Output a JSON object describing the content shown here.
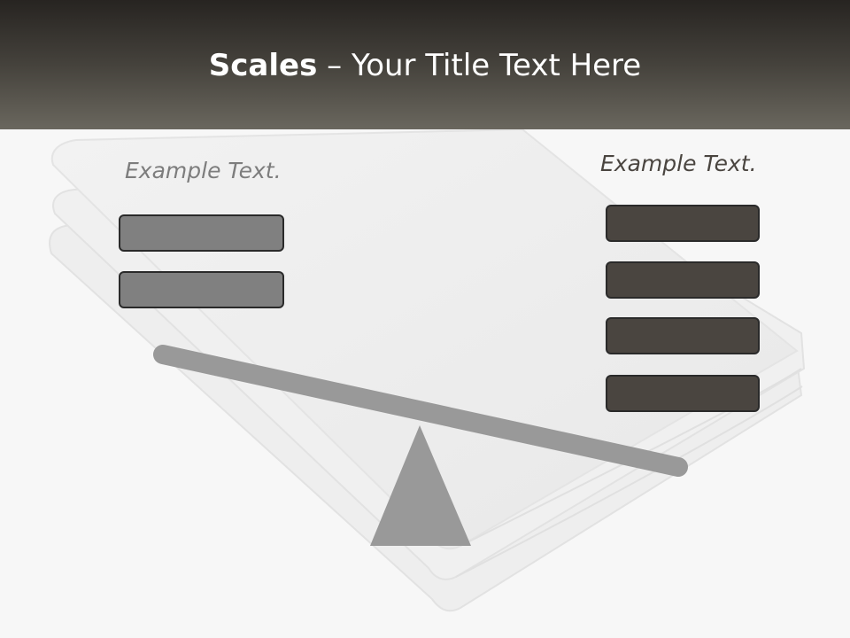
{
  "slide": {
    "title_bold": "Scales",
    "title_rest": " – Your Title Text Here"
  },
  "left_pan": {
    "label": "Example Text.",
    "boxes": 2,
    "box_color": "#808080"
  },
  "right_pan": {
    "label": "Example Text.",
    "boxes": 4,
    "box_color": "#4a4540"
  },
  "colors": {
    "header_top": "#272421",
    "header_bottom": "#6a675e",
    "beam": "#999999"
  }
}
